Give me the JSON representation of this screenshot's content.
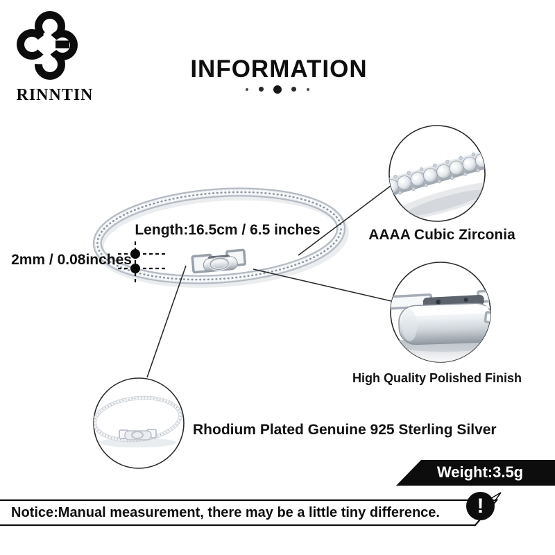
{
  "brand": {
    "name": "RINNTIN"
  },
  "header": {
    "title": "INFORMATION"
  },
  "product": {
    "length_label": "Length:16.5cm / 6.5 inches",
    "width_label": "2mm / 0.08inches"
  },
  "callouts": [
    {
      "id": "cubic-zirconia",
      "label": "AAAA Cubic Zirconia"
    },
    {
      "id": "polished-finish",
      "label": "High Quality Polished Finish"
    },
    {
      "id": "sterling-silver",
      "label": "Rhodium Plated Genuine 925 Sterling Silver"
    }
  ],
  "weight": {
    "label": "Weight:3.5g"
  },
  "notice": {
    "text": "Notice:Manual measurement, there may be a little tiny difference.",
    "icon_glyph": "!"
  },
  "colors": {
    "ink": "#0d0d0d",
    "line": "#2b2b2b",
    "silver_base": "#b3bac3",
    "silver_light": "#f6f8fa",
    "silver_dark": "#8d949e",
    "ribbon": "#0d0d0d"
  }
}
